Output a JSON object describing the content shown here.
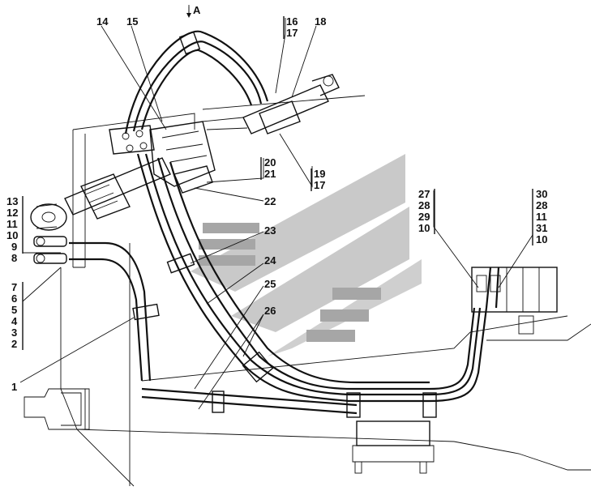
{
  "view_marker": "A",
  "callouts": {
    "c14": "14",
    "c15": "15",
    "c16": "16",
    "c17a": "17",
    "c18": "18",
    "c20": "20",
    "c21": "21",
    "c19": "19",
    "c17b": "17",
    "c22": "22",
    "c23": "23",
    "c24": "24",
    "c25": "25",
    "c26": "26",
    "c13": "13",
    "c12": "12",
    "c11a": "11",
    "c10a": "10",
    "c9": "9",
    "c8": "8",
    "c7": "7",
    "c6": "6",
    "c5": "5",
    "c4": "4",
    "c3": "3",
    "c2": "2",
    "c1": "1",
    "c27": "27",
    "c28a": "28",
    "c29": "29",
    "c10b": "10",
    "c30": "30",
    "c28b": "28",
    "c11b": "11",
    "c31": "31",
    "c10c": "10"
  },
  "colors": {
    "line": "#111111",
    "watermark": "#bdbdbd",
    "watermark_dark": "#9a9a9a"
  }
}
